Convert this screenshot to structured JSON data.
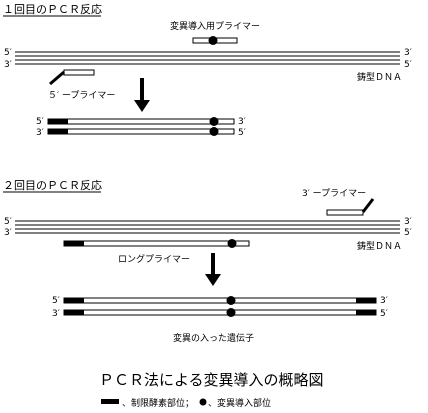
{
  "round1": {
    "heading": "１回目のＰＣＲ反応",
    "mutation_primer_label": "変異導入用プライマー",
    "template_label": "鋳型ＤＮＡ",
    "primer5_label": "５′ ープライマー",
    "ends": {
      "top_left": "5′",
      "bottom_left": "3′",
      "top_right": "3′",
      "bottom_right": "5′"
    },
    "product_ends": {
      "top_left": "5′",
      "bottom_left": "3′",
      "top_right": "3′",
      "bottom_right": "5′"
    }
  },
  "round2": {
    "heading": "２回目のＰＣＲ反応",
    "primer3_label": "3′ ープライマー",
    "template_label": "鋳型ＤＮＡ",
    "long_primer_label": "ロングプライマー",
    "ends": {
      "top_left": "5′",
      "bottom_left": "3′",
      "top_right": "3′",
      "bottom_right": "5′"
    },
    "product_ends": {
      "top_left": "5′",
      "bottom_left": "3′",
      "top_right": "3′",
      "bottom_right": "5′"
    },
    "product_label": "変異の入った遺伝子"
  },
  "title": "ＰＣＲ法による変異導入の概略図",
  "legend": {
    "text": "、制限酵素部位；",
    "mutation_text": "、変異導入部位"
  }
}
